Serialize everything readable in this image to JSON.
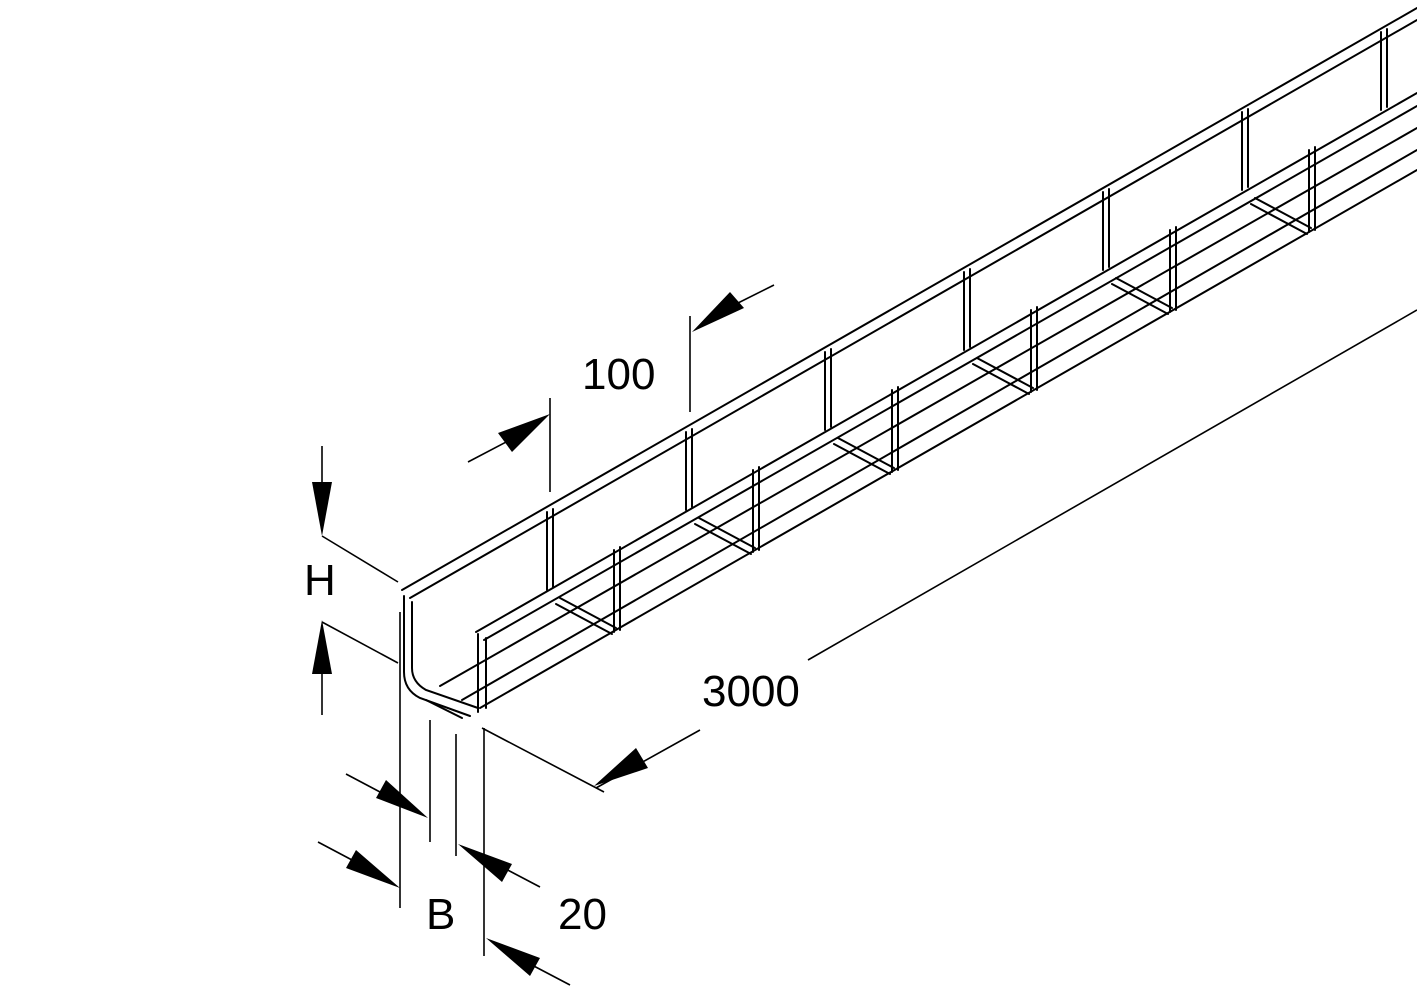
{
  "diagram": {
    "dimensions": {
      "spacing": "100",
      "length": "3000",
      "height": "H",
      "width": "B",
      "edge": "20"
    }
  }
}
